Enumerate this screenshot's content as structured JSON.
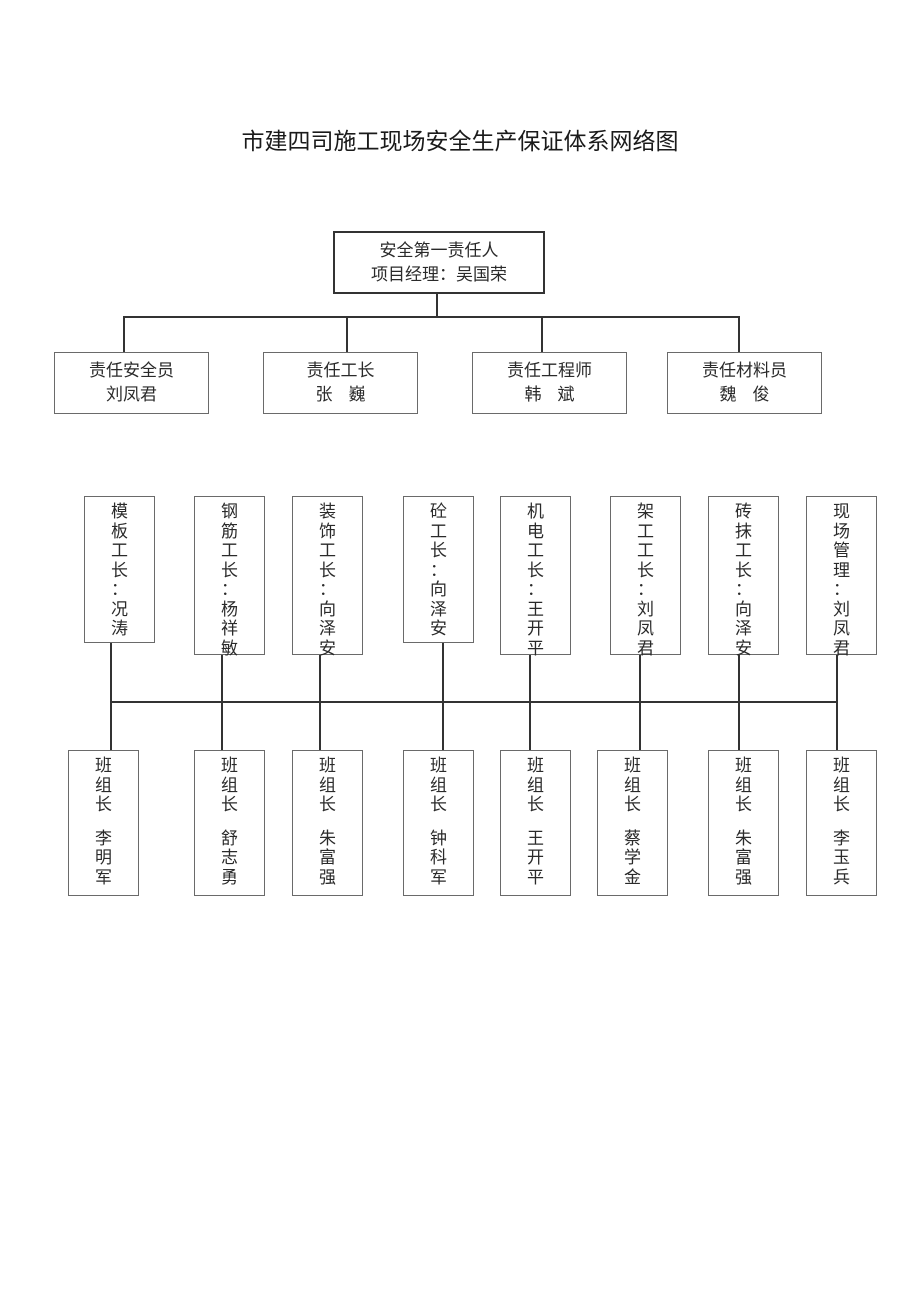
{
  "title": "市建四司施工现场安全生产保证体系网络图",
  "top": {
    "role": "安全第一责任人",
    "person": "项目经理：吴国荣"
  },
  "level2": [
    {
      "role": "责任安全员",
      "person": "刘凤君"
    },
    {
      "role": "责任工长",
      "person": "张巍"
    },
    {
      "role": "责任工程师",
      "person": "韩斌"
    },
    {
      "role": "责任材料员",
      "person": "魏俊"
    }
  ],
  "foremen": [
    {
      "role": "模板工长",
      "person": "况涛"
    },
    {
      "role": "钢筋工长",
      "person": "杨祥敏"
    },
    {
      "role": "装饰工长",
      "person": "向泽安"
    },
    {
      "role": "砼工长",
      "person": "向泽安"
    },
    {
      "role": "机电工长",
      "person": "王开平"
    },
    {
      "role": "架工工长",
      "person": "刘凤君"
    },
    {
      "role": "砖抹工长",
      "person": "向泽安"
    },
    {
      "role": "现场管理",
      "person": "刘凤君"
    }
  ],
  "team_leaders": [
    {
      "role": "班组长",
      "person": "李明军"
    },
    {
      "role": "班组长",
      "person": "舒志勇"
    },
    {
      "role": "班组长",
      "person": "朱富强"
    },
    {
      "role": "班组长",
      "person": "钟科军"
    },
    {
      "role": "班组长",
      "person": "王开平"
    },
    {
      "role": "班组长",
      "person": "蔡学金"
    },
    {
      "role": "班组长",
      "person": "朱富强"
    },
    {
      "role": "班组长",
      "person": "李玉兵"
    }
  ],
  "separator": "："
}
